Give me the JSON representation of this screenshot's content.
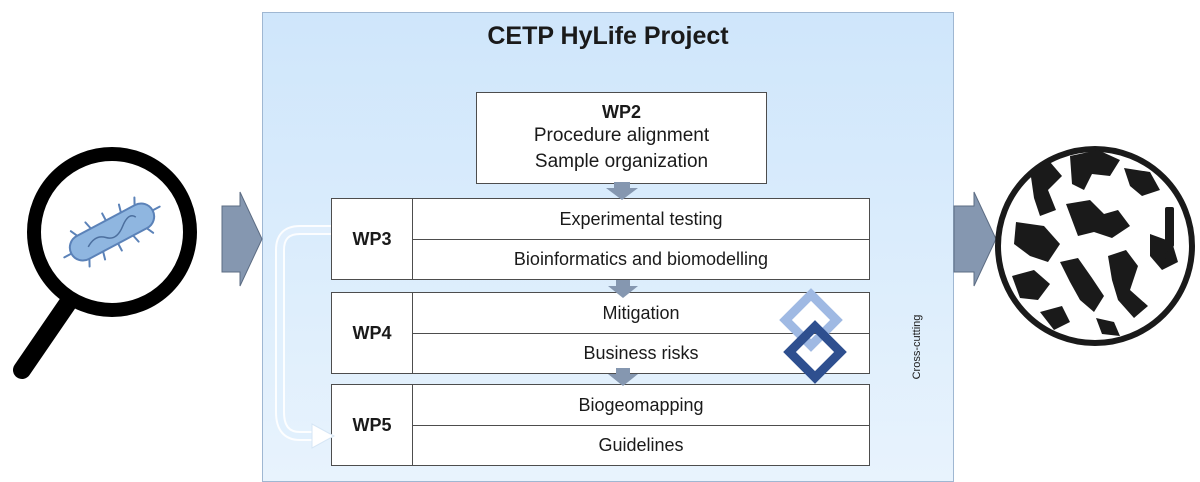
{
  "project": {
    "title": "CETP HyLife Project"
  },
  "wp2": {
    "title": "WP2",
    "lines": [
      "Procedure alignment",
      "Sample organization"
    ]
  },
  "work_packages": [
    {
      "label": "WP3",
      "tasks": [
        "Experimental testing",
        "Bioinformatics and biomodelling"
      ]
    },
    {
      "label": "WP4",
      "tasks": [
        "Mitigation",
        "Business risks"
      ]
    },
    {
      "label": "WP5",
      "tasks": [
        "Biogeomapping",
        "Guidelines"
      ]
    }
  ],
  "cross_cutting": {
    "label": "Cross-cutting"
  },
  "colors": {
    "panel": "#cfe6fb",
    "arrow": "#8597b0",
    "diamond_light": "#9fb9e3",
    "diamond_dark": "#2e4f8f",
    "bacterium": "#8fb6e0"
  },
  "icons": {
    "input": "magnifier-bacterium-icon",
    "output": "europe-map-alert-icon"
  }
}
